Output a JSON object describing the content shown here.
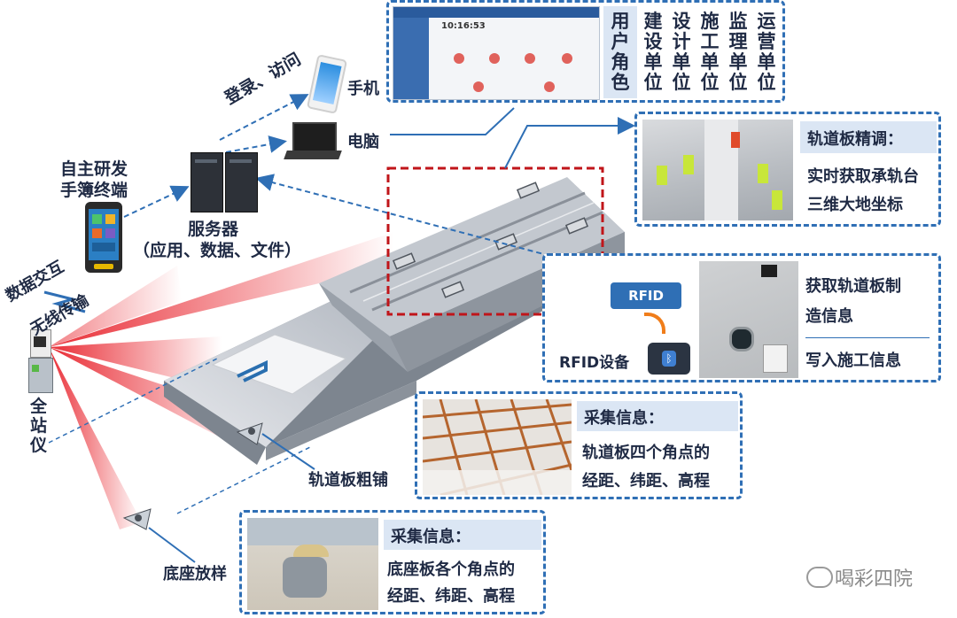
{
  "labels": {
    "mobile": "手机",
    "computer": "电脑",
    "login_access": "登录、访问",
    "self_dev": "自主研发",
    "handbook_terminal": "手簿终端",
    "server": "服务器",
    "server_sub": "（应用、数据、文件）",
    "data_exchange": "数据交互",
    "wireless": "无线传输",
    "total_station": "全站仪",
    "rough_lay": "轨道板粗铺",
    "base_layout": "底座放样",
    "rfid_device": "RFID设备",
    "rfid_tag": "RFID",
    "watermark": "喝彩四院"
  },
  "user_roles": {
    "title": "用户角色",
    "roles": [
      "建设单位",
      "设计单位",
      "施工单位",
      "监理单位",
      "运营单位"
    ]
  },
  "fine_tune": {
    "title": "轨道板精调：",
    "line1": "实时获取承轨台",
    "line2": "三维大地坐标"
  },
  "rfid_box": {
    "line1": "获取轨道板制",
    "line2": "造信息",
    "line3": "写入施工信息"
  },
  "collect_plate": {
    "title": "采集信息：",
    "line1": "轨道板四个角点的",
    "line2": "经距、纬距、高程"
  },
  "collect_base": {
    "title": "采集信息：",
    "line1": "底座板各个角点的",
    "line2": "经距、纬距、高程"
  },
  "screen": {
    "clock": "10:16:53"
  },
  "colors": {
    "dash_blue": "#2f6fb5",
    "header_bg": "#dbe6f4",
    "text_dark": "#1f2a44",
    "highlight_red": "#c0151a",
    "beam_red": "#e8212a"
  }
}
